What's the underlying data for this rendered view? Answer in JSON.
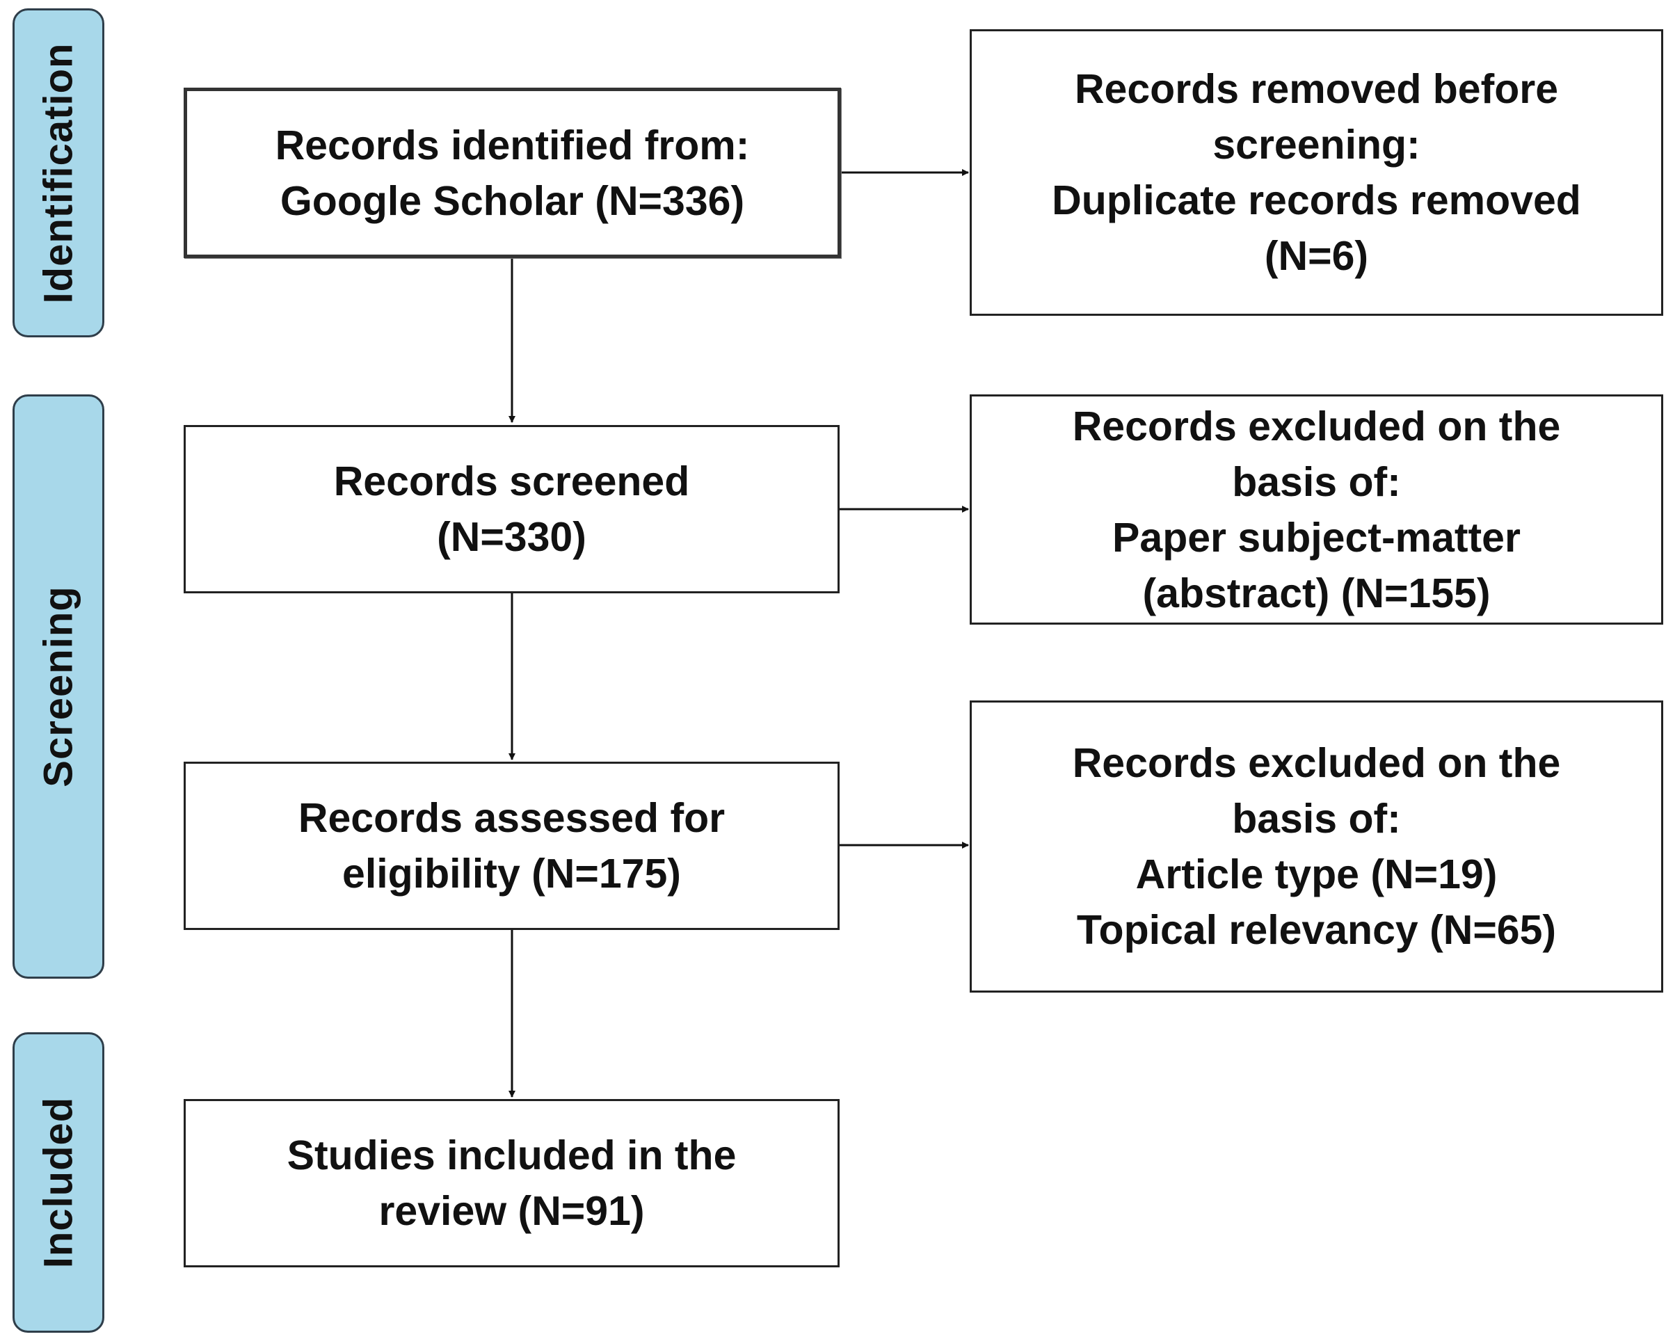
{
  "phases": {
    "identification": "Identification",
    "screening": "Screening",
    "included": "Included"
  },
  "boxes": {
    "identified": {
      "lines": [
        "Records identified from:",
        "Google Scholar (N=336)"
      ]
    },
    "removed_before_screening": {
      "lines": [
        "Records removed before",
        "screening:",
        "Duplicate records removed",
        "(N=6)"
      ]
    },
    "screened": {
      "lines": [
        "Records screened",
        "(N=330)"
      ]
    },
    "excluded_subject": {
      "lines": [
        "Records excluded on the",
        "basis of:",
        "Paper subject-matter",
        "(abstract) (N=155)"
      ]
    },
    "assessed": {
      "lines": [
        "Records assessed for",
        "eligibility (N=175)"
      ]
    },
    "excluded_type": {
      "lines": [
        "Records excluded on the",
        "basis of:",
        "Article type (N=19)",
        "Topical relevancy (N=65)"
      ]
    },
    "included": {
      "lines": [
        "Studies included in the",
        "review (N=91)"
      ]
    }
  }
}
